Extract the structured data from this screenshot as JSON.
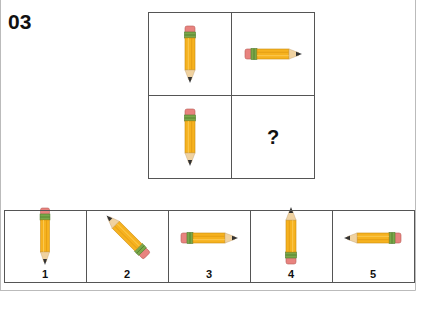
{
  "diagram": {
    "title": "03",
    "nodes": [
      {
        "text": [
          "?"
        ]
      },
      {
        "text": [
          "1"
        ]
      },
      {
        "text": [
          "2"
        ]
      },
      {
        "text": [
          "3"
        ]
      },
      {
        "text": [
          "4"
        ]
      },
      {
        "text": [
          "5"
        ]
      }
    ]
  }
}
